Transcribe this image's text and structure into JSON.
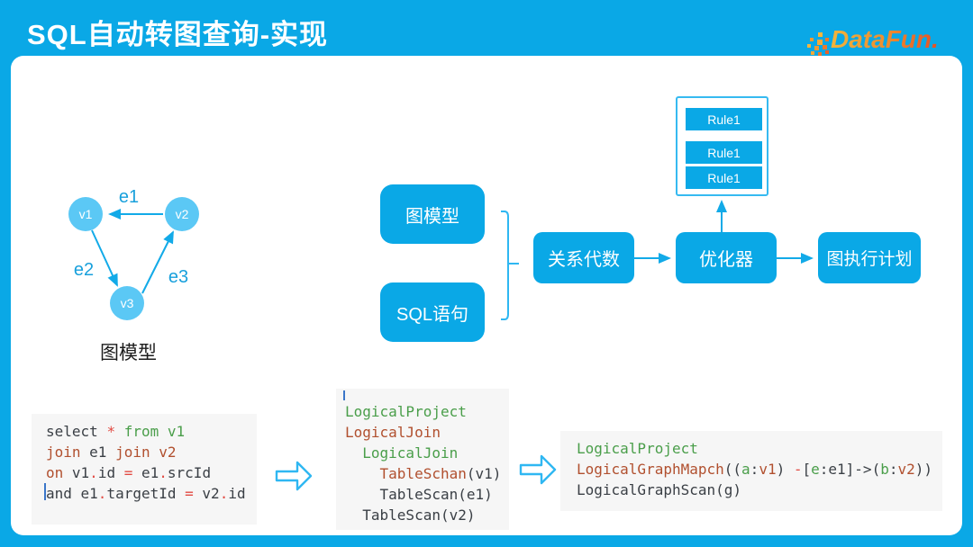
{
  "header": {
    "title": "SQL自动转图查询-实现",
    "logo_text": "DataFun."
  },
  "graph_model": {
    "caption": "图模型",
    "nodes": [
      {
        "label": "v1"
      },
      {
        "label": "v2"
      },
      {
        "label": "v3"
      }
    ],
    "edge_labels": [
      "e1",
      "e2",
      "e3"
    ]
  },
  "pipeline": {
    "input_top": "图模型",
    "input_bottom": "SQL语句",
    "stage1": "关系代数",
    "stage2": "优化器",
    "stage3": "图执行计划",
    "rules": [
      "Rule1",
      "Rule1",
      "Rule1"
    ]
  },
  "code": {
    "sql_lines": [
      [
        {
          "t": "select ",
          "c": "d"
        },
        {
          "t": "*",
          "c": "r"
        },
        {
          "t": " ",
          "c": "d"
        },
        {
          "t": "from v1",
          "c": "g"
        }
      ],
      [
        {
          "t": "join",
          "c": "o"
        },
        {
          "t": " e1 ",
          "c": "d"
        },
        {
          "t": "join v2",
          "c": "o"
        }
      ],
      [
        {
          "t": "on",
          "c": "o"
        },
        {
          "t": " v1",
          "c": "d"
        },
        {
          "t": ".",
          "c": "r"
        },
        {
          "t": "id ",
          "c": "d"
        },
        {
          "t": "=",
          "c": "r"
        },
        {
          "t": " e1",
          "c": "d"
        },
        {
          "t": ".",
          "c": "r"
        },
        {
          "t": "srcId",
          "c": "d"
        }
      ],
      [
        {
          "t": "and e1",
          "c": "d"
        },
        {
          "t": ".",
          "c": "r"
        },
        {
          "t": "targetId ",
          "c": "d"
        },
        {
          "t": "=",
          "c": "r"
        },
        {
          "t": " v2",
          "c": "d"
        },
        {
          "t": ".",
          "c": "r"
        },
        {
          "t": "id",
          "c": "d"
        }
      ]
    ],
    "plan_lines": [
      [
        {
          "t": "LogicalProject",
          "c": "g"
        }
      ],
      [
        {
          "t": "LogicalJoin",
          "c": "o"
        }
      ],
      [
        {
          "t": "  LogicalJoin",
          "c": "g"
        }
      ],
      [
        {
          "t": "    ",
          "c": "d"
        },
        {
          "t": "TableSchan",
          "c": "o"
        },
        {
          "t": "(v1)",
          "c": "d"
        }
      ],
      [
        {
          "t": "    TableScan(e1)",
          "c": "d"
        }
      ],
      [
        {
          "t": "  TableScan(v2)",
          "c": "d"
        }
      ]
    ],
    "graph_plan_lines": [
      [
        {
          "t": "LogicalProject",
          "c": "g"
        }
      ],
      [
        {
          "t": "LogicalGraphMapch",
          "c": "o"
        },
        {
          "t": "((",
          "c": "d"
        },
        {
          "t": "a",
          "c": "g"
        },
        {
          "t": ":",
          "c": "d"
        },
        {
          "t": "v1",
          "c": "o"
        },
        {
          "t": ") ",
          "c": "d"
        },
        {
          "t": "-",
          "c": "r"
        },
        {
          "t": "[",
          "c": "d"
        },
        {
          "t": "e",
          "c": "g"
        },
        {
          "t": ":e1]->(",
          "c": "d"
        },
        {
          "t": "b",
          "c": "g"
        },
        {
          "t": ":",
          "c": "d"
        },
        {
          "t": "v2",
          "c": "o"
        },
        {
          "t": "))",
          "c": "d"
        }
      ],
      [
        {
          "t": "LogicalGraphScan(g)",
          "c": "d"
        }
      ]
    ]
  },
  "colors": {
    "accent_cyan": "#0AA8E6",
    "node_blue": "#5BC8F5",
    "arrow_cyan": "#12AAE8",
    "rules_border": "#36BAF1",
    "code_bg": "#f6f6f6",
    "code_dark": "#3a3f45",
    "code_red": "#e24b43",
    "code_green": "#4a9e4a",
    "code_brick": "#b1502f",
    "logo_orange_start": "#F2B53C",
    "logo_orange_end": "#E54F26"
  }
}
